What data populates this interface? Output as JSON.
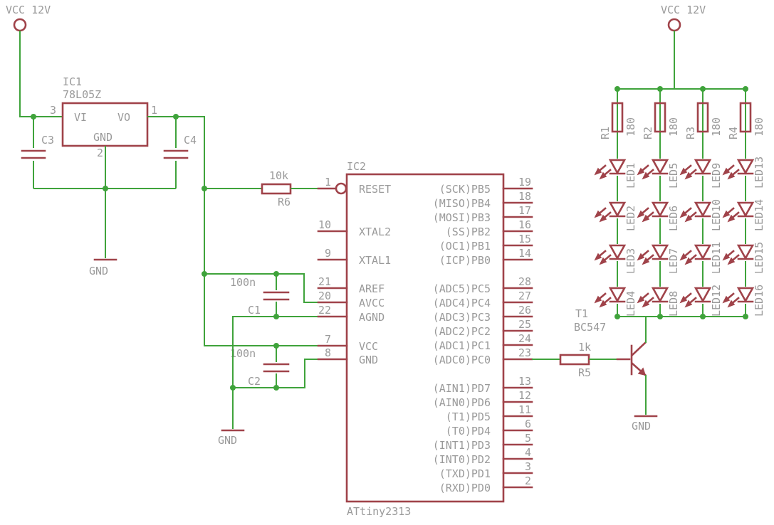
{
  "supply": {
    "left_label": "VCC 12V",
    "right_label": "VCC 12V",
    "gnd": "GND"
  },
  "regulator": {
    "ref": "IC1",
    "part": "78L05Z",
    "pin_vi": "VI",
    "pin_vo": "VO",
    "pin_gnd": "GND",
    "pin3": "3",
    "pin1": "1",
    "pin2": "2",
    "cap_in": "C3",
    "cap_out": "C4"
  },
  "reset_resistor": {
    "value": "10k",
    "ref": "R6"
  },
  "decoupling": [
    {
      "value": "100n",
      "ref": "C1"
    },
    {
      "value": "100n",
      "ref": "C2"
    }
  ],
  "mcu": {
    "ref": "IC2",
    "part": "ATtiny2313",
    "left_pins": [
      {
        "num": "1",
        "name": "RESET"
      },
      {
        "num": "10",
        "name": "XTAL2"
      },
      {
        "num": "9",
        "name": "XTAL1"
      },
      {
        "num": "21",
        "name": "AREF"
      },
      {
        "num": "20",
        "name": "AVCC"
      },
      {
        "num": "22",
        "name": "AGND"
      },
      {
        "num": "7",
        "name": "VCC"
      },
      {
        "num": "8",
        "name": "GND"
      }
    ],
    "right_pins": [
      {
        "num": "19",
        "name": "(SCK)PB5"
      },
      {
        "num": "18",
        "name": "(MISO)PB4"
      },
      {
        "num": "17",
        "name": "(MOSI)PB3"
      },
      {
        "num": "16",
        "name": "(SS)PB2"
      },
      {
        "num": "15",
        "name": "(OC1)PB1"
      },
      {
        "num": "14",
        "name": "(ICP)PB0"
      },
      {
        "num": "28",
        "name": "(ADC5)PC5"
      },
      {
        "num": "27",
        "name": "(ADC4)PC4"
      },
      {
        "num": "26",
        "name": "(ADC3)PC3"
      },
      {
        "num": "25",
        "name": "(ADC2)PC2"
      },
      {
        "num": "24",
        "name": "(ADC1)PC1"
      },
      {
        "num": "23",
        "name": "(ADC0)PC0"
      },
      {
        "num": "13",
        "name": "(AIN1)PD7"
      },
      {
        "num": "12",
        "name": "(AIN0)PD6"
      },
      {
        "num": "11",
        "name": "(T1)PD5"
      },
      {
        "num": "6",
        "name": "(T0)PD4"
      },
      {
        "num": "5",
        "name": "(INT1)PD3"
      },
      {
        "num": "4",
        "name": "(INT0)PD2"
      },
      {
        "num": "3",
        "name": "(TXD)PD1"
      },
      {
        "num": "2",
        "name": "(RXD)PD0"
      }
    ]
  },
  "base_resistor": {
    "value": "1k",
    "ref": "R5"
  },
  "transistor": {
    "ref": "T1",
    "part": "BC547"
  },
  "led_columns": [
    {
      "resistor": "R1",
      "value": "180",
      "leds": [
        "LED1",
        "LED2",
        "LED3",
        "LED4"
      ]
    },
    {
      "resistor": "R2",
      "value": "180",
      "leds": [
        "LED5",
        "LED6",
        "LED7",
        "LED8"
      ]
    },
    {
      "resistor": "R3",
      "value": "180",
      "leds": [
        "LED9",
        "LED10",
        "LED11",
        "LED12"
      ]
    },
    {
      "resistor": "R4",
      "value": "180",
      "leds": [
        "LED13",
        "LED14",
        "LED15",
        "LED16"
      ]
    }
  ]
}
